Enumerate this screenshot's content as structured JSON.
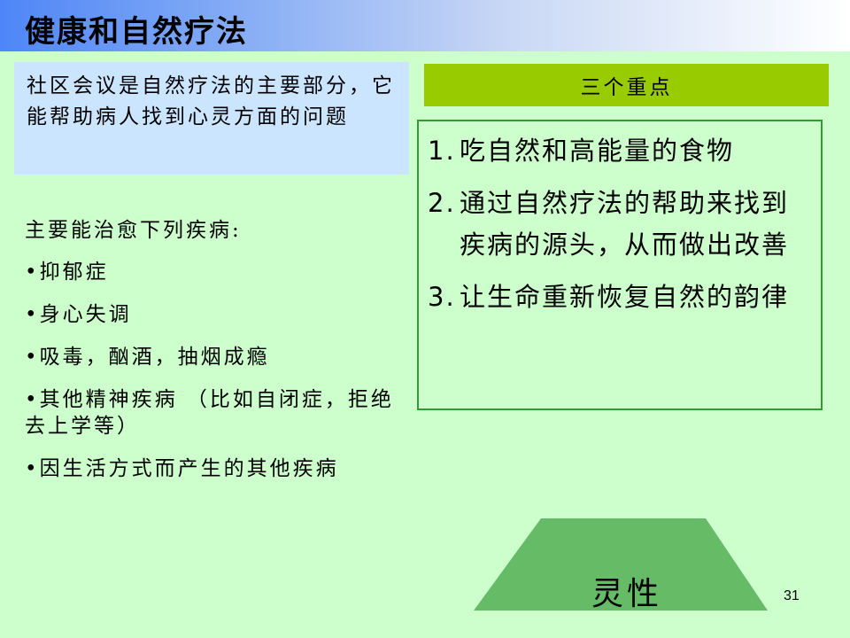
{
  "slide": {
    "title": "健康和自然疗法",
    "intro": "社区会议是自然疗法的主要部分，它能帮助病人找到心灵方面的问题",
    "diseases_heading": "主要能治愈下列疾病:",
    "disease_items": [
      "•抑郁症",
      "•身心失调",
      "•吸毒，酗酒，抽烟成瘾",
      "•其他精神疾病 （比如自闭症，拒绝去上学等）",
      "•因生活方式而产生的其他疾病"
    ],
    "key_points_header": "三个重点",
    "key_points": [
      {
        "num": "1.",
        "text": "吃自然和高能量的食物"
      },
      {
        "num": "2.",
        "text": "通过自然疗法的帮助来找到疾病的源头，从而做出改善"
      },
      {
        "num": "3.",
        "text": "让生命重新恢复自然的韵律"
      }
    ],
    "shape_label": "灵性",
    "page_number": "31"
  },
  "colors": {
    "background": "#ccffcc",
    "intro_box": "#cce5ff",
    "header_fill": "#99cc00",
    "box_border": "#339933",
    "trapezoid_fill": "#66bb66"
  }
}
